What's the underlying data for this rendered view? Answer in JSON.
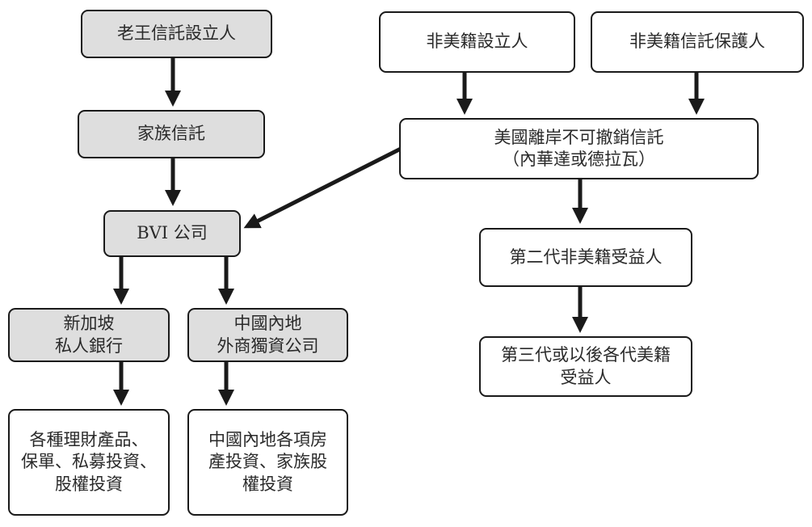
{
  "nodes": {
    "wang_settlor": "老王信託設立人",
    "family_trust": "家族信託",
    "bvi_company": "BVI 公司",
    "sg_private_bank": "新加坡\n私人銀行",
    "china_wfoe": "中國內地\n外商獨資公司",
    "financial_products": "各種理財產品、\n保單、私募投資、\n股權投資",
    "china_investments": "中國內地各項房\n產投資、家族股\n權投資",
    "non_us_settlor": "非美籍設立人",
    "non_us_protector": "非美籍信託保護人",
    "us_offshore_trust": "美國離岸不可撤銷信託\n（內華達或德拉瓦）",
    "second_gen_beneficiary": "第二代非美籍受益人",
    "third_gen_beneficiary": "第三代或以後各代美籍\n受益人"
  },
  "colors": {
    "grey_fill": "#dedede",
    "white_fill": "#ffffff",
    "stroke": "#1a1a1a",
    "text": "#2a2a2a"
  }
}
